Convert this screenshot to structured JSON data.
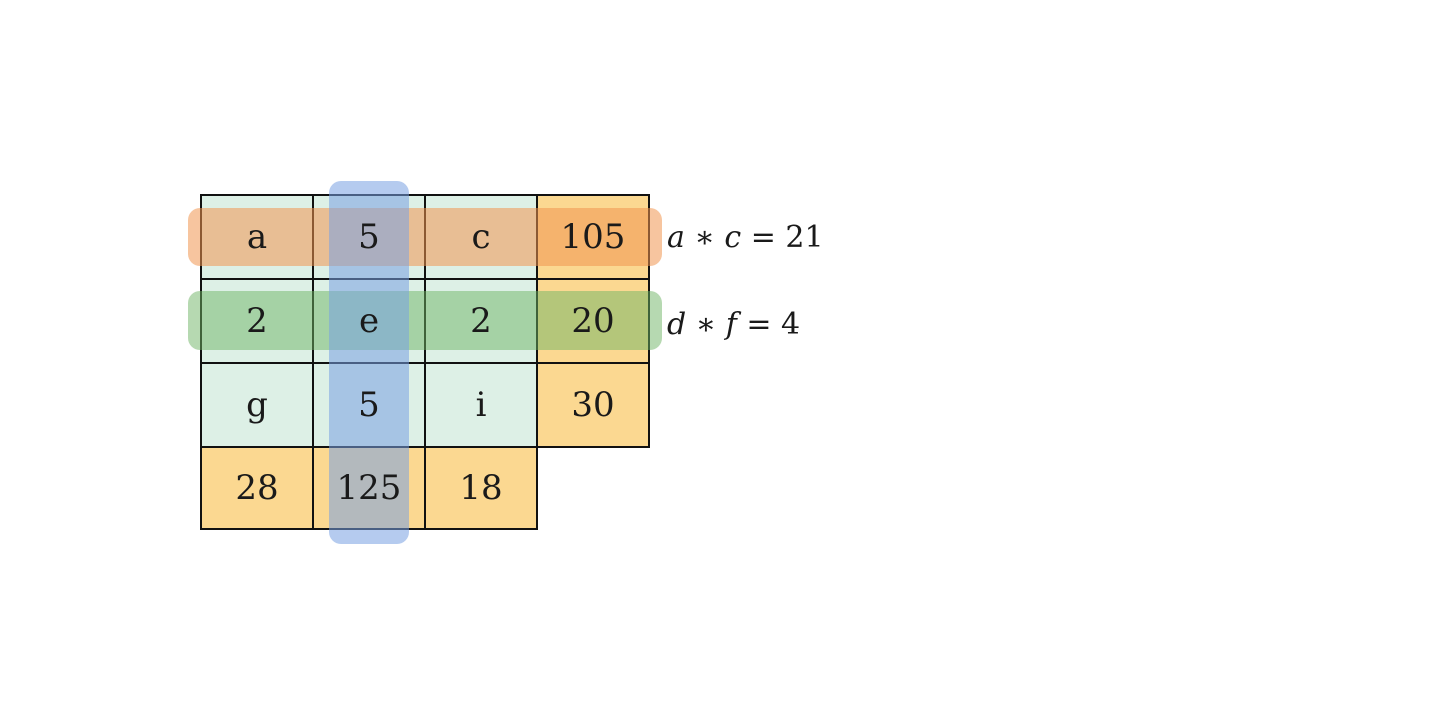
{
  "grid": {
    "rows": [
      [
        "a",
        "5",
        "c",
        "105"
      ],
      [
        "2",
        "e",
        "2",
        "20"
      ],
      [
        "g",
        "5",
        "i",
        "30"
      ],
      [
        "28",
        "125",
        "18",
        ""
      ]
    ]
  },
  "highlights": {
    "row1_color": "#f09650",
    "row2_color": "#6eb464",
    "col2_color": "#78a0e1",
    "inner_cell_color": "#ddf0e6",
    "sum_cell_color": "#fbd891"
  },
  "equations": [
    {
      "left": "a",
      "op": "∗",
      "right": "c",
      "equals": "= 21"
    },
    {
      "left": "d",
      "op": "∗",
      "right": "f",
      "equals": "= 4"
    }
  ]
}
